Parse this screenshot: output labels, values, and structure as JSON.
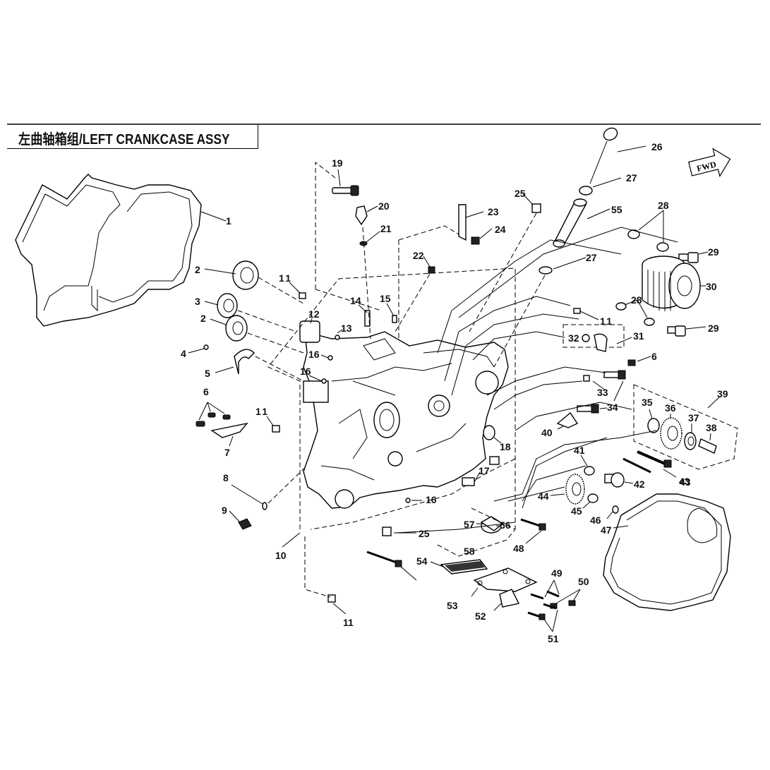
{
  "title": "左曲轴箱组/LEFT CRANKCASE ASSY",
  "fwd_label": "FWD",
  "callouts": [
    "1",
    "2",
    "3",
    "2",
    "4",
    "5",
    "6",
    "7",
    "8",
    "9",
    "10",
    "11",
    "11",
    "11",
    "11",
    "12",
    "13",
    "14",
    "15",
    "16",
    "16",
    "16",
    "17",
    "18",
    "19",
    "20",
    "21",
    "22",
    "23",
    "24",
    "25",
    "25",
    "26",
    "27",
    "27",
    "28",
    "28",
    "29",
    "29",
    "30",
    "31",
    "32",
    "33",
    "34",
    "35",
    "36",
    "37",
    "38",
    "39",
    "40",
    "41",
    "42",
    "43",
    "43",
    "44",
    "45",
    "46",
    "47",
    "48",
    "49",
    "50",
    "51",
    "52",
    "53",
    "54",
    "55",
    "56",
    "57",
    "58",
    "6"
  ]
}
